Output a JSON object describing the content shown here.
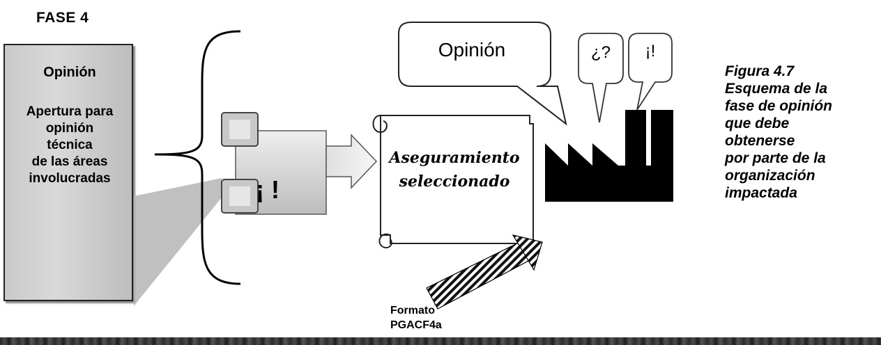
{
  "phase_title": "FASE 4",
  "opinion_box": {
    "title": "Opinión",
    "body": "Apertura para\nopinión\ntécnica\nde las áreas\ninvolucradas"
  },
  "exclamation_block_label": "¡ !",
  "scroll": {
    "text": "Aseguramiento\nseleccionado"
  },
  "speech_bubbles": {
    "main": "Opinión",
    "question": "¿?",
    "exclamation": "¡!"
  },
  "caption": "Figura 4.7\nEsquema de la\nfase de opinión\nque debe\nobtenerse\npor parte de la\norganización\nimpactada",
  "format_label": "Formato\nPGACF4a",
  "icons": [
    "curly-brace-icon",
    "gear-block-icon",
    "arrow-right-icon",
    "scroll-icon",
    "factory-icon",
    "hatched-arrow-icon",
    "speech-bubble-icon"
  ]
}
